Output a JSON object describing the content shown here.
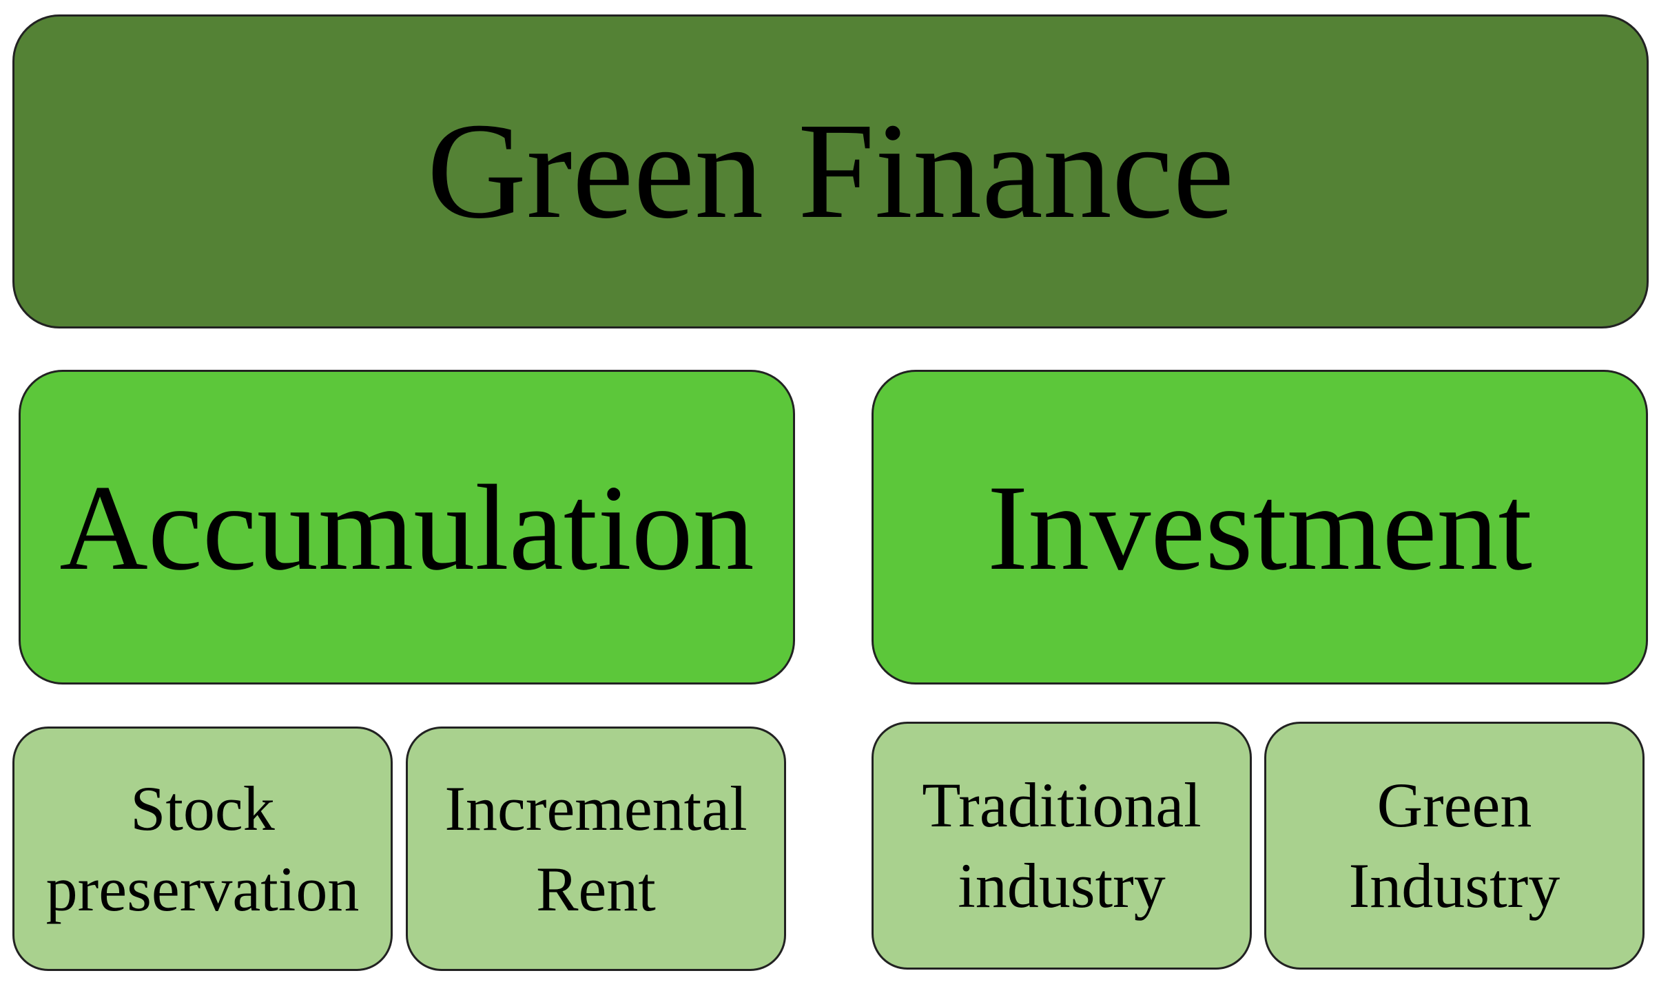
{
  "colors": {
    "level1": "#548235",
    "level2": "#5cc73a",
    "level3": "#a9d18e",
    "border": "#222222"
  },
  "diagram": {
    "root": {
      "label": "Green Finance"
    },
    "branches": [
      {
        "label": "Accumulation",
        "children": [
          {
            "label": "Stock\npreservation"
          },
          {
            "label": "Incremental\nRent"
          }
        ]
      },
      {
        "label": "Investment",
        "children": [
          {
            "label": "Traditional\nindustry"
          },
          {
            "label": "Green\nIndustry"
          }
        ]
      }
    ]
  }
}
